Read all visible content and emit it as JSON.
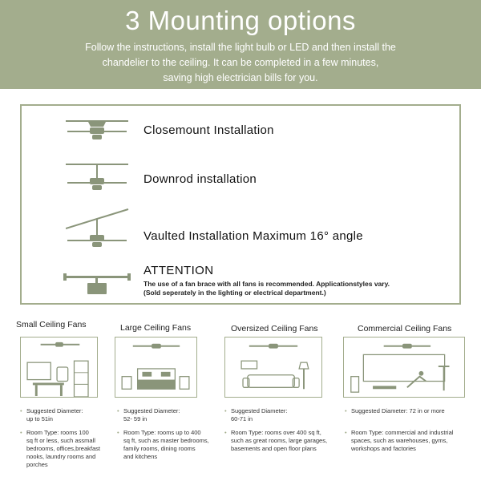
{
  "header": {
    "title": "3 Mounting options",
    "line1": "Follow the instructions, install the light bulb or LED and then install the",
    "line2": "chandelier to the ceiling. It can be completed in a few minutes,",
    "line3": "saving high electrician bills for you."
  },
  "mounting": {
    "options": [
      {
        "label": "Closemount Installation",
        "icon": "closemount-fan-icon"
      },
      {
        "label": "Downrod installation",
        "icon": "downrod-fan-icon"
      },
      {
        "label": "Vaulted Installation Maximum 16° angle",
        "icon": "vaulted-fan-icon"
      }
    ],
    "attention_title": "ATTENTION",
    "attention_line1": "The use of a fan brace with all fans is recommended. Applicationstyles vary.",
    "attention_line2": "(Sold seperately in the lighting or electrical department.)"
  },
  "fans": [
    {
      "title": "Small Ceiling Fans",
      "diameter_label": "Suggested Diameter:",
      "diameter_value": "up to 51in",
      "room_lines": [
        "Room Type: rooms 100",
        "sq ft or less, such assmall",
        "bedrooms, offices,breakfast",
        "nooks, laundry rooms and",
        "porches"
      ]
    },
    {
      "title": "Large Ceiling Fans",
      "diameter_label": "Suggested Diameter:",
      "diameter_value": "52- 59 in",
      "room_lines": [
        "Room Type: rooms up to 400",
        "sq ft, such as master bedrooms,",
        "family rooms, dining rooms",
        "and kitchens"
      ]
    },
    {
      "title": "Oversized Ceiling Fans",
      "diameter_label": "Suggested Diameter:",
      "diameter_value": "60-71 in",
      "room_lines": [
        "Room Type: rooms over 400 sq ft,",
        "such as great rooms, large garages,",
        "basements and open floor plans"
      ]
    },
    {
      "title": "Commercial Ceiling Fans",
      "diameter_label": "Suggested Diameter: 72 in or more",
      "diameter_value": "",
      "room_lines": [
        "Room Type: commercial and industrial",
        "spaces, such as warehouses, gyms,",
        "workshops and factories"
      ]
    }
  ],
  "colors": {
    "accent": "#a3ad8d",
    "icon": "#8a957a"
  }
}
